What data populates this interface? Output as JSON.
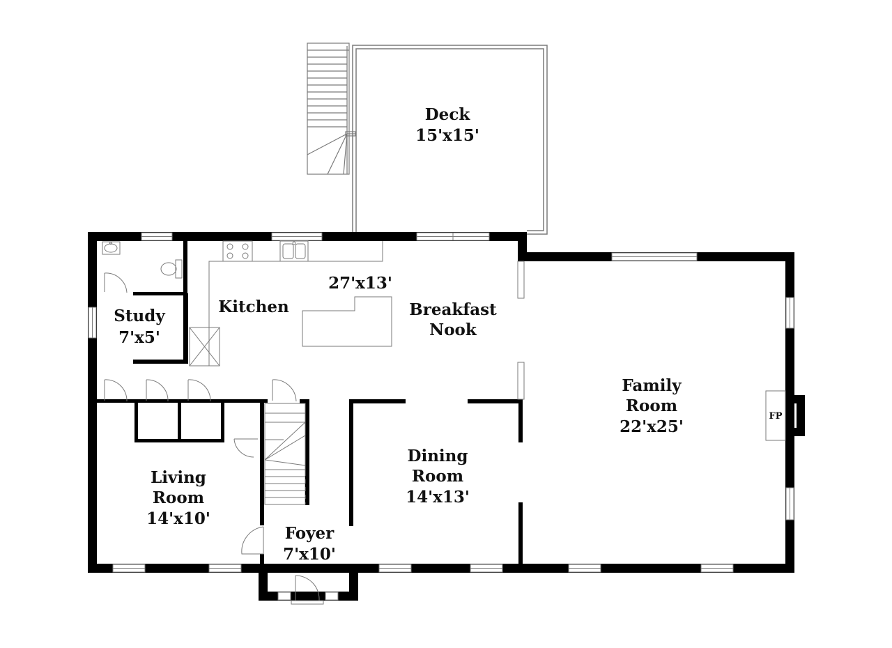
{
  "rooms": {
    "deck": {
      "name": "Deck",
      "size": "15'x15'"
    },
    "kitchen_area": {
      "size": "27'x13'"
    },
    "kitchen": {
      "name": "Kitchen"
    },
    "breakfast_nook": {
      "name_line1": "Breakfast",
      "name_line2": "Nook"
    },
    "study": {
      "name": "Study",
      "size": "7'x5'"
    },
    "family_room": {
      "name_line1": "Family",
      "name_line2": "Room",
      "size": "22'x25'"
    },
    "fireplace": {
      "label": "FP"
    },
    "dining_room": {
      "name_line1": "Dining",
      "name_line2": "Room",
      "size": "14'x13'"
    },
    "living_room": {
      "name_line1": "Living",
      "name_line2": "Room",
      "size": "14'x10'"
    },
    "foyer": {
      "name": "Foyer",
      "size": "7'x10'"
    }
  },
  "colors": {
    "wall": "#000000",
    "line": "#7a7a7a",
    "background": "#ffffff"
  }
}
